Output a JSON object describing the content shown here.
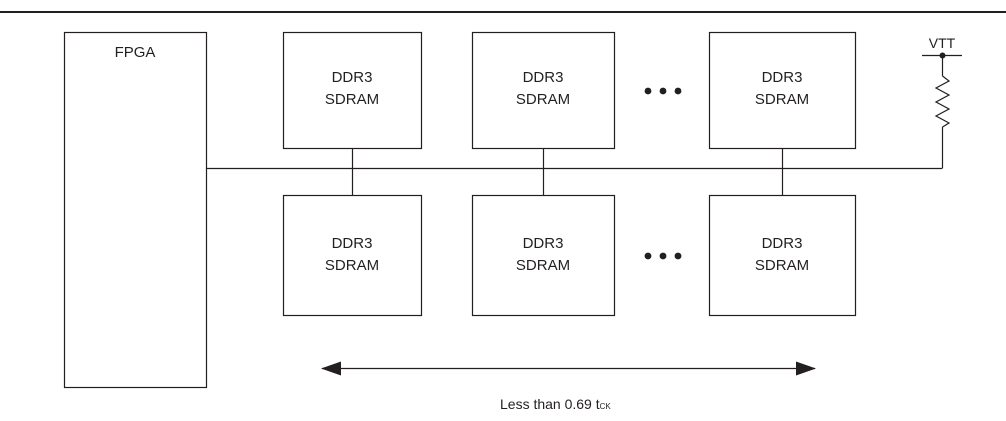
{
  "figure": {
    "title": ""
  },
  "fpga": {
    "label": "FPGA"
  },
  "sdram": {
    "line1": "DDR3",
    "line2": "SDRAM"
  },
  "termination": {
    "label": "VTT"
  },
  "dimension": {
    "label_main": "Less than 0.69 t",
    "label_sub": "CK"
  },
  "colors": {
    "stroke": "#231f20",
    "background": "#ffffff"
  }
}
